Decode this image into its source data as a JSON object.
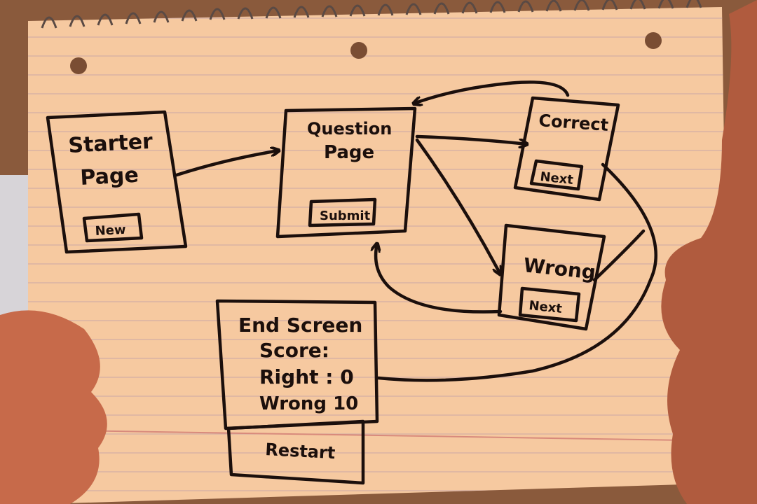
{
  "diagram": {
    "nodes": {
      "starter": {
        "title_line1": "Starter",
        "title_line2": "Page",
        "button": "New"
      },
      "question": {
        "title_line1": "Question",
        "title_line2": "Page",
        "button": "Submit"
      },
      "correct": {
        "title": "Correct",
        "button": "Next"
      },
      "wrong": {
        "title": "Wrong",
        "button": "Next"
      },
      "end": {
        "title": "End Screen",
        "score_label": "Score:",
        "right_line": "Right : 0",
        "wrong_line": "Wrong 10",
        "restart_label": "Restart"
      }
    },
    "edges": [
      {
        "from": "starter",
        "to": "question"
      },
      {
        "from": "question",
        "to": "correct"
      },
      {
        "from": "question",
        "to": "wrong"
      },
      {
        "from": "correct",
        "to": "question"
      },
      {
        "from": "wrong",
        "to": "question"
      },
      {
        "from": "correct",
        "to": "end"
      },
      {
        "from": "wrong",
        "to": "end"
      }
    ]
  },
  "colors": {
    "paper": "#f6c9a0",
    "paper_line": "#c9a6a6",
    "ink": "#1b0f0c",
    "skin": "#c76a4a",
    "background": "#8a5a3c"
  }
}
